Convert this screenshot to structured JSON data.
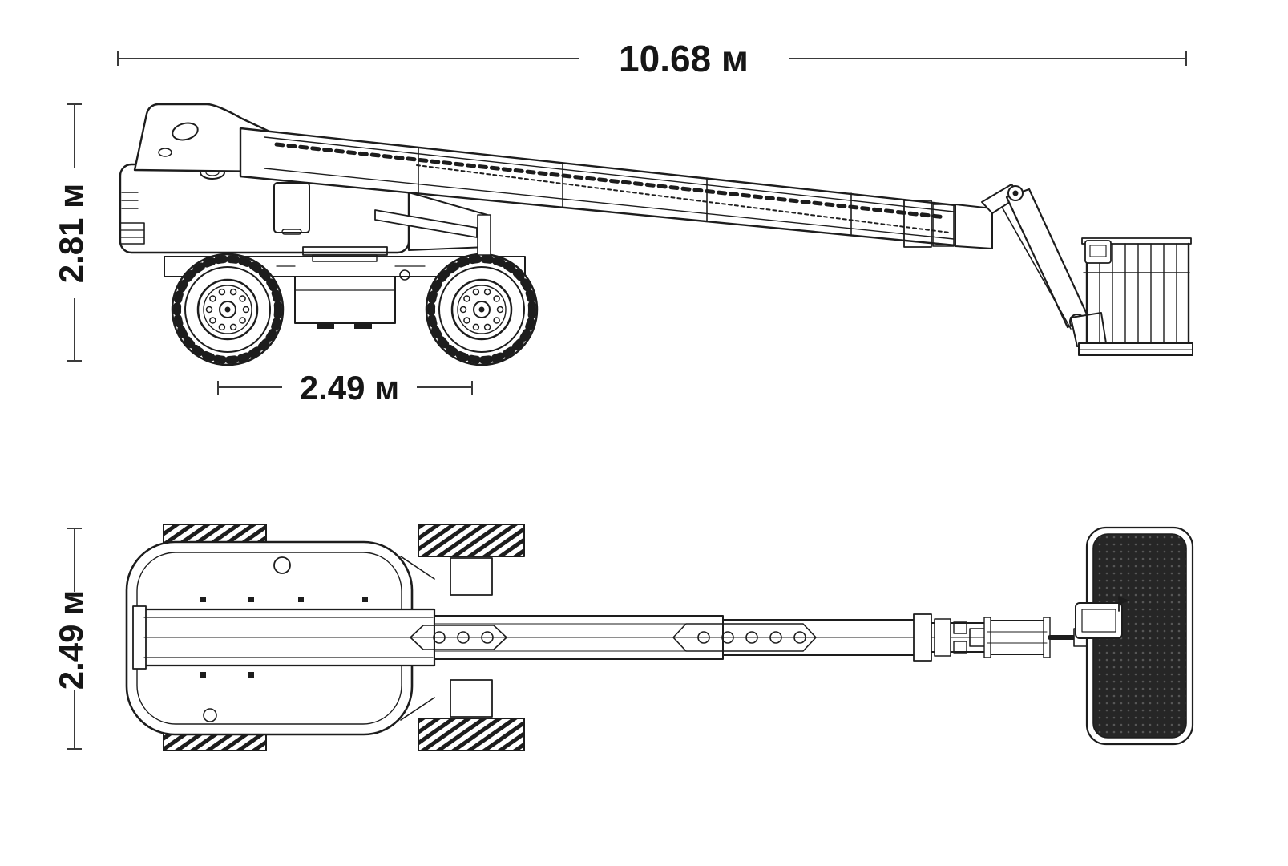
{
  "dimensions": {
    "overall_length": "10.68 м",
    "overall_height": "2.81 м",
    "wheelbase": "2.49 м",
    "overall_width": "2.49 м"
  },
  "views": {
    "side": "side-view-drawing",
    "top": "top-view-drawing"
  },
  "colors": {
    "line": "#1d1d1d",
    "background": "#ffffff",
    "basket_fill": "#262626"
  }
}
